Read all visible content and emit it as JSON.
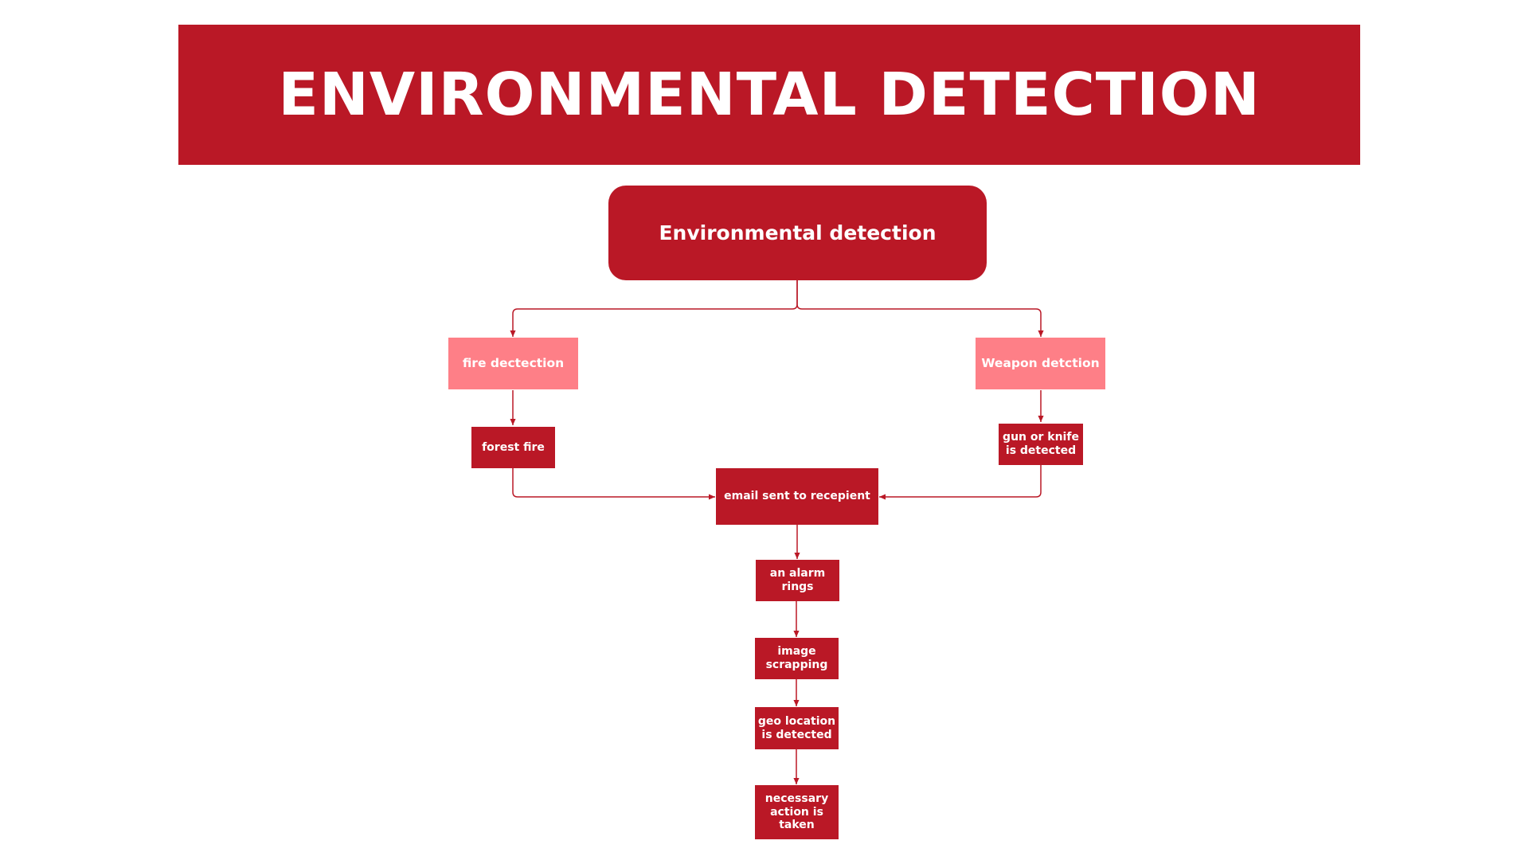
{
  "page": {
    "title": "ENVIRONMENTAL DETECTION"
  },
  "diagram": {
    "root": "Environmental detection",
    "branches": {
      "fire": "fire dectection",
      "weapon": "Weapon detction"
    },
    "fire_result": "forest fire",
    "weapon_result": "gun or knife is detected",
    "email": "email sent to recepient",
    "steps": [
      "an alarm rings",
      "image scrapping",
      "geo location is detected",
      "necessary action is taken"
    ]
  },
  "colors": {
    "primary": "#ba1826",
    "secondary": "#fe7f87",
    "text": "#ffffff",
    "background": "#ffffff"
  }
}
